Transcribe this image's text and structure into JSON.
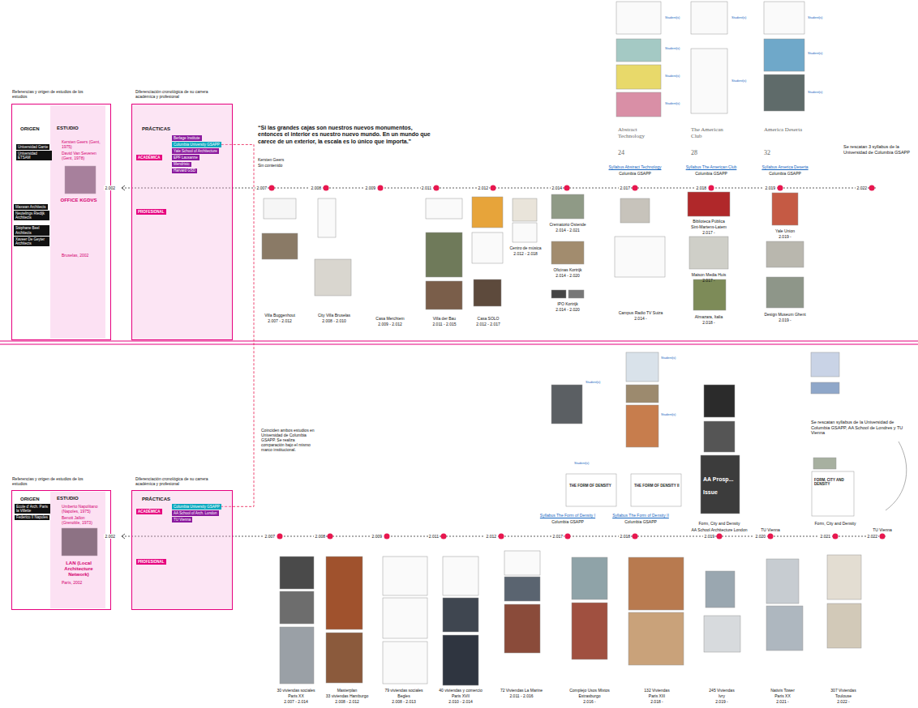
{
  "diagram": {
    "nodes": [
      {
        "text": [
          "Referencias y origen de estudios de los estudios",
          "ORIGEN"
        ]
      },
      {
        "text": [
          "ESTUDIO",
          "Kersten Geers (Gent, 1975)",
          "David Van Severen (Gent, 1978)",
          "OFFICE KGDVS",
          "Bruselas, 2002"
        ],
        "in": 0
      },
      {
        "text": [
          "Universidad Gante"
        ],
        "in": 0
      },
      {
        "text": [
          "Universidad ETSAM"
        ],
        "in": 0
      },
      {
        "text": [
          "Maxwan Architects"
        ],
        "in": 0
      },
      {
        "text": [
          "Neutelings Riedijk Architects"
        ],
        "in": 0
      },
      {
        "text": [
          "Stéphane Beel Architects"
        ],
        "in": 0
      },
      {
        "text": [
          "Xaveer De Geyter Architects"
        ],
        "in": 0
      },
      {
        "text": [
          "Diferenciación cronológica de su carrera académica y profesional",
          "PRÁCTICAS"
        ]
      },
      {
        "text": [
          "ACADÉMICA"
        ],
        "in": 8
      },
      {
        "text": [
          "Berlage Institute"
        ],
        "in": 8
      },
      {
        "text": [
          "Columbia University GSAPP"
        ],
        "in": 8
      },
      {
        "text": [
          "Yale School of Architecture"
        ],
        "in": 8
      },
      {
        "text": [
          "EPF Lausanne"
        ],
        "in": 8
      },
      {
        "text": [
          "Mendrisio"
        ],
        "in": 8
      },
      {
        "text": [
          "Harvard GSD"
        ],
        "in": 8
      },
      {
        "text": [
          "PROFESIONAL"
        ],
        "in": 8
      },
      {
        "text": [
          "Referencias y origen de estudios de los estudios",
          "ORIGEN"
        ]
      },
      {
        "text": [
          "ESTUDIO",
          "Umberto Napolitano (Napoles, 1975)",
          "Benoit Jallon (Grenoble, 1973)",
          "LAN (Local Architecture Network)",
          "Paris, 2002"
        ],
        "in": 17
      },
      {
        "text": [
          "Ecole d' Arch. Paris la Villette"
        ],
        "in": 17
      },
      {
        "text": [
          "Federico II Napoles"
        ],
        "in": 17
      },
      {
        "text": [
          "Diferenciación cronológica de su carrera académica y profesional",
          "PRÁCTICAS"
        ]
      },
      {
        "text": [
          "ACADÉMICA"
        ],
        "in": 21
      },
      {
        "text": [
          "Columbia University GSAPP"
        ],
        "in": 21
      },
      {
        "text": [
          "AA School of Arch. London"
        ],
        "in": 21
      },
      {
        "text": [
          "TU Vienna"
        ],
        "in": 21
      },
      {
        "text": [
          "PROFESIONAL"
        ],
        "in": 21
      }
    ],
    "edges": [
      {
        "from": 11,
        "to": 23,
        "arrow": "none"
      }
    ],
    "labels": [
      "“Si las grandes cajas son nuestros nuevos monumentos, entonces el interior es nuestro nuevo mundo. En un mundo que carece de un exterior, la escala es lo único que importa.”",
      "Kersten Geers",
      "Sin contenido",
      "2.002",
      "2.007",
      "2.008",
      "2.009",
      "2.011",
      "2.012",
      "2.014",
      "2.017",
      "2.018",
      "2.019",
      "2.022",
      "Villa Buggenhout",
      "2.007 - 2.012",
      "City Villa Bruselas",
      "2.008 - 2.010",
      "Casa Merchtem",
      "2.009 - 2.012",
      "Villa der Bau",
      "2.011 - 2.015",
      "Casa SOLO",
      "2.012 - 2.017",
      "Centro de música",
      "2.012 - 2.018",
      "Crematorio Ostende",
      "2.014 - 2.021",
      "Oficinas Kortrijk",
      "2.014 - 2.020",
      "IPO Kortrijk",
      "2.014 - 2.020",
      "Campus Radio TV Suiza",
      "2.014 -",
      "Biblioteca Pública",
      "Sint-Martens-Latem",
      "2.017 -",
      "Maison Media Huis",
      "2.017 -",
      "Almazara, Italia",
      "2.018 -",
      "Yale Union",
      "2.019 -",
      "Design Museum Ghent",
      "2.019 -",
      "Syllabus Abstract Technology",
      "Columbia GSAPP",
      "Syllabus The American Club",
      "Columbia GSAPP",
      "Syllabus America Deserta",
      "Columbia GSAPP",
      "Se rescatan 3 syllabus de la Universidad de Columbia GSAPP",
      "24",
      "Abstract Technology",
      "28",
      "The American Club",
      "32",
      "America Deserta",
      "Student(s)",
      "Student(s)",
      "Student(s)",
      "Student(s)",
      "Student(s)",
      "Student(s)",
      "Student(s)",
      "Student(s)",
      "Student(s)",
      "Coinciden ambos estudios en Universidad de Columbia GSAPP. Se realiza comparación bajo el mismo marco institucional.",
      "2.002",
      "2.007",
      "2.008",
      "2.009",
      "2.011",
      "2.012",
      "2.017",
      "2.018",
      "2.019",
      "2.020",
      "2.021",
      "2.022",
      "30 viviendas sociales",
      "Paris XX",
      "2.007 - 2.014",
      "Masterplan",
      "33 viviendas Hamburgo",
      "2.008 - 2.012",
      "79 viviendas sociales",
      "Begles",
      "2.008 - 2.013",
      "40 viviendas y comercio",
      "Paris XVII",
      "2.010 - 2.014",
      "72 Viviendas La Marine",
      "2.011 - 2.016",
      "Complejo Usos Mixtos",
      "Estrasburgo",
      "2.016 -",
      "132 Viviendas",
      "Paris XIII",
      "2.018 -",
      "245 Viviendas",
      "Ivry",
      "2.019 -",
      "Nativis Tower",
      "Paris XX",
      "2.021 -",
      "307 Viviendas",
      "Toulouse",
      "2.022 -",
      "Syllabus The Form of Density I",
      "Columbia GSAPP",
      "Syllabus The Form of Density II",
      "Columbia GSAPP",
      "Form, City and Density",
      "AA School Architecture London",
      "TU Vienna",
      "Form, City and Density",
      "TU Vienna",
      "THE FORM OF DENSITY",
      "THE FORM OF DENSITY II",
      "AA Prosp...",
      "Issue",
      "FORM, CITY AND DENSITY",
      "Student(s)",
      "Student(s)",
      "Student(s)",
      "Student(s)",
      "Se rescatan syllabus de la Universidad de Columbia GSAPP, AA School de Londres y TU Vienna"
    ]
  }
}
